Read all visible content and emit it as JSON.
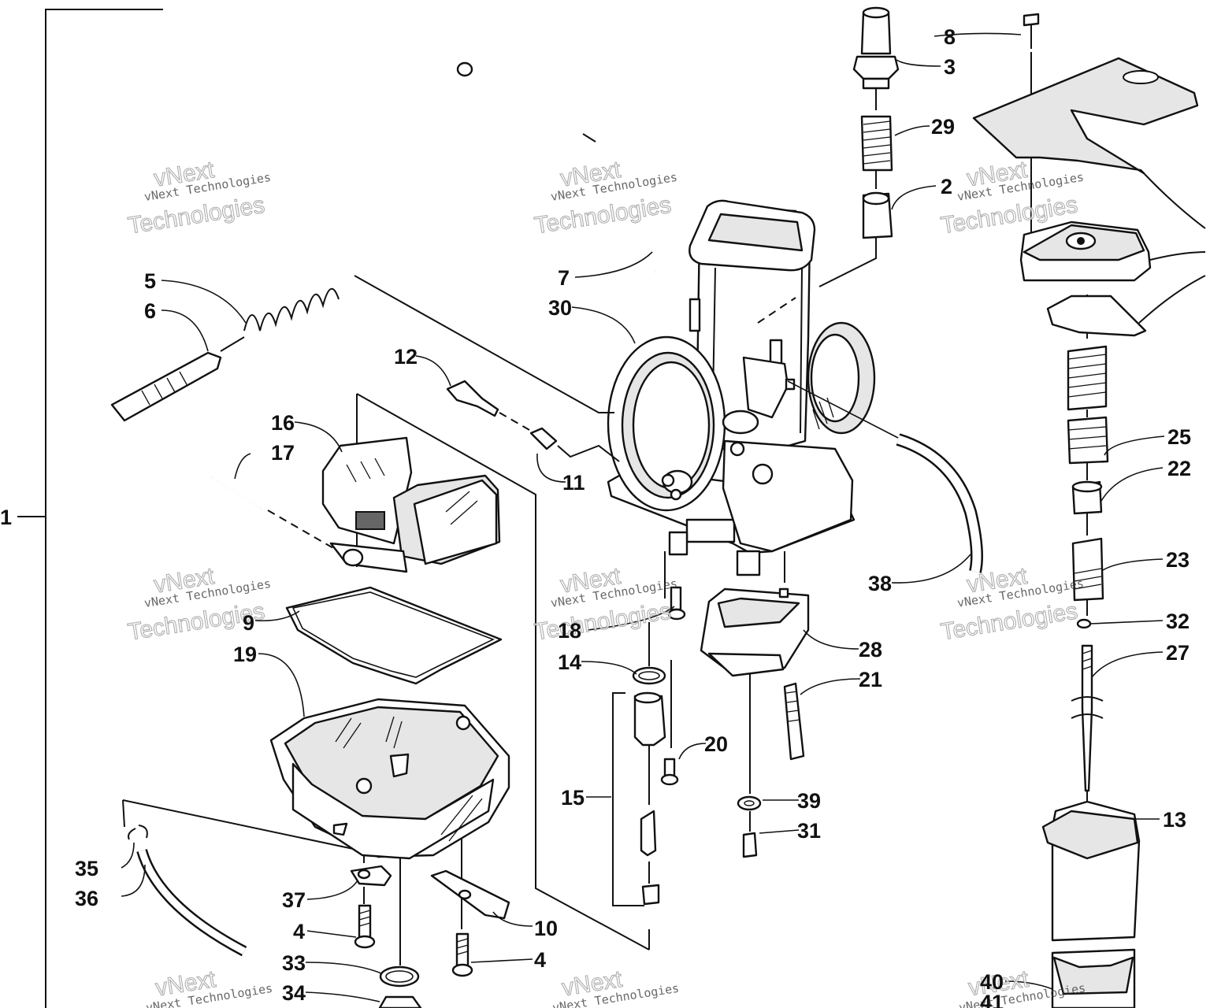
{
  "callouts": {
    "c1": "1",
    "c2": "2",
    "c3": "3",
    "c4a": "4",
    "c4b": "4",
    "c5": "5",
    "c6": "6",
    "c7": "7",
    "c8": "8",
    "c9": "9",
    "c10": "10",
    "c11": "11",
    "c12": "12",
    "c13": "13",
    "c14": "14",
    "c15": "15",
    "c16": "16",
    "c17": "17",
    "c18": "18",
    "c19": "19",
    "c20": "20",
    "c21": "21",
    "c22": "22",
    "c23": "23",
    "c25": "25",
    "c27": "27",
    "c28": "28",
    "c29": "29",
    "c30": "30",
    "c31": "31",
    "c32": "32",
    "c33": "33",
    "c34": "34",
    "c35": "35",
    "c36": "36",
    "c37": "37",
    "c38": "38",
    "c39": "39",
    "c40": "40",
    "c41": "41"
  },
  "watermark": {
    "line_small": "vNext Technologies",
    "line_big_1": "vNext",
    "line_big_2": "Technologies"
  },
  "colors": {
    "ink": "#111111",
    "background": "#ffffff",
    "watermark": "#9a9a9a"
  }
}
